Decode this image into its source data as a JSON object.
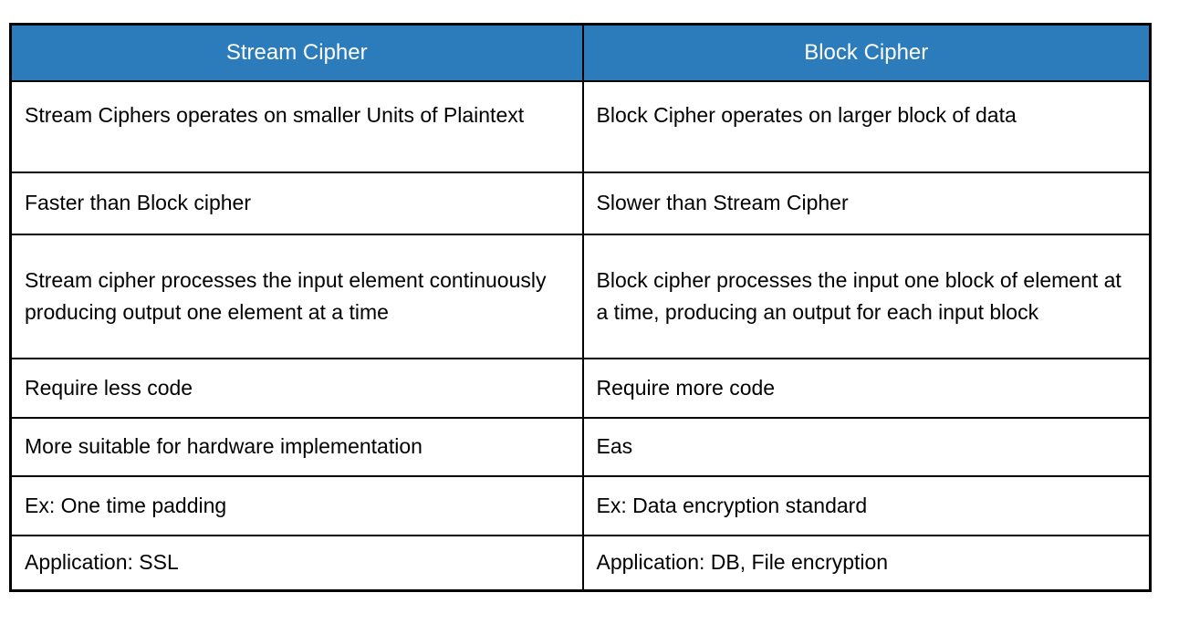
{
  "table": {
    "title": "Stream Cipher vs Block Cipher comparison table",
    "colors": {
      "header_background": "#2c7cbc",
      "header_text": "#ffffff",
      "border": "#000000",
      "cell_background": "#ffffff",
      "body_text": "#000000"
    },
    "headers": {
      "left": "Stream Cipher",
      "right": "Block Cipher"
    },
    "rows": [
      {
        "left": "Stream Ciphers operates on smaller Units of Plaintext",
        "right": "Block Cipher operates on larger block of data"
      },
      {
        "left": "Faster than Block cipher",
        "right": "Slower than Stream Cipher"
      },
      {
        "left": "Stream cipher processes the input element continuously producing output one element at a time",
        "right": "Block cipher processes the input one block of element at a time, producing an output for each input block"
      },
      {
        "left": "Require less code",
        "right": "Require more code"
      },
      {
        "left": "More suitable for hardware implementation",
        "right": "Eas"
      },
      {
        "left": "Ex: One time padding",
        "right": "Ex: Data encryption standard"
      },
      {
        "left": "Application: SSL",
        "right": "Application: DB, File encryption"
      }
    ]
  }
}
